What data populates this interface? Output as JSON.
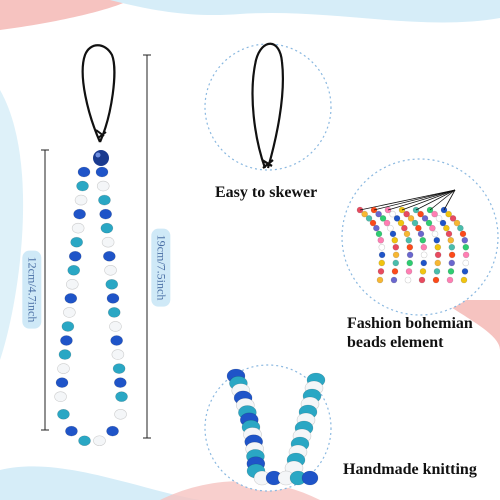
{
  "dimensions": {
    "short_label": "12cm/4.7inch",
    "long_label": "19cm/7.5inch"
  },
  "captions": {
    "skewer": "Easy to skewer",
    "fashion_line1": "Fashion bohemian",
    "fashion_line2": "beads element",
    "handmade": "Handmade knitting"
  },
  "colors": {
    "accent_pink": "#f6c3c0",
    "accent_blue": "#cfe9f7",
    "bead_royal": "#1f54c8",
    "bead_teal": "#2aa7c4",
    "bead_white": "#f4f6f8",
    "label_text": "#4a6fa5"
  }
}
